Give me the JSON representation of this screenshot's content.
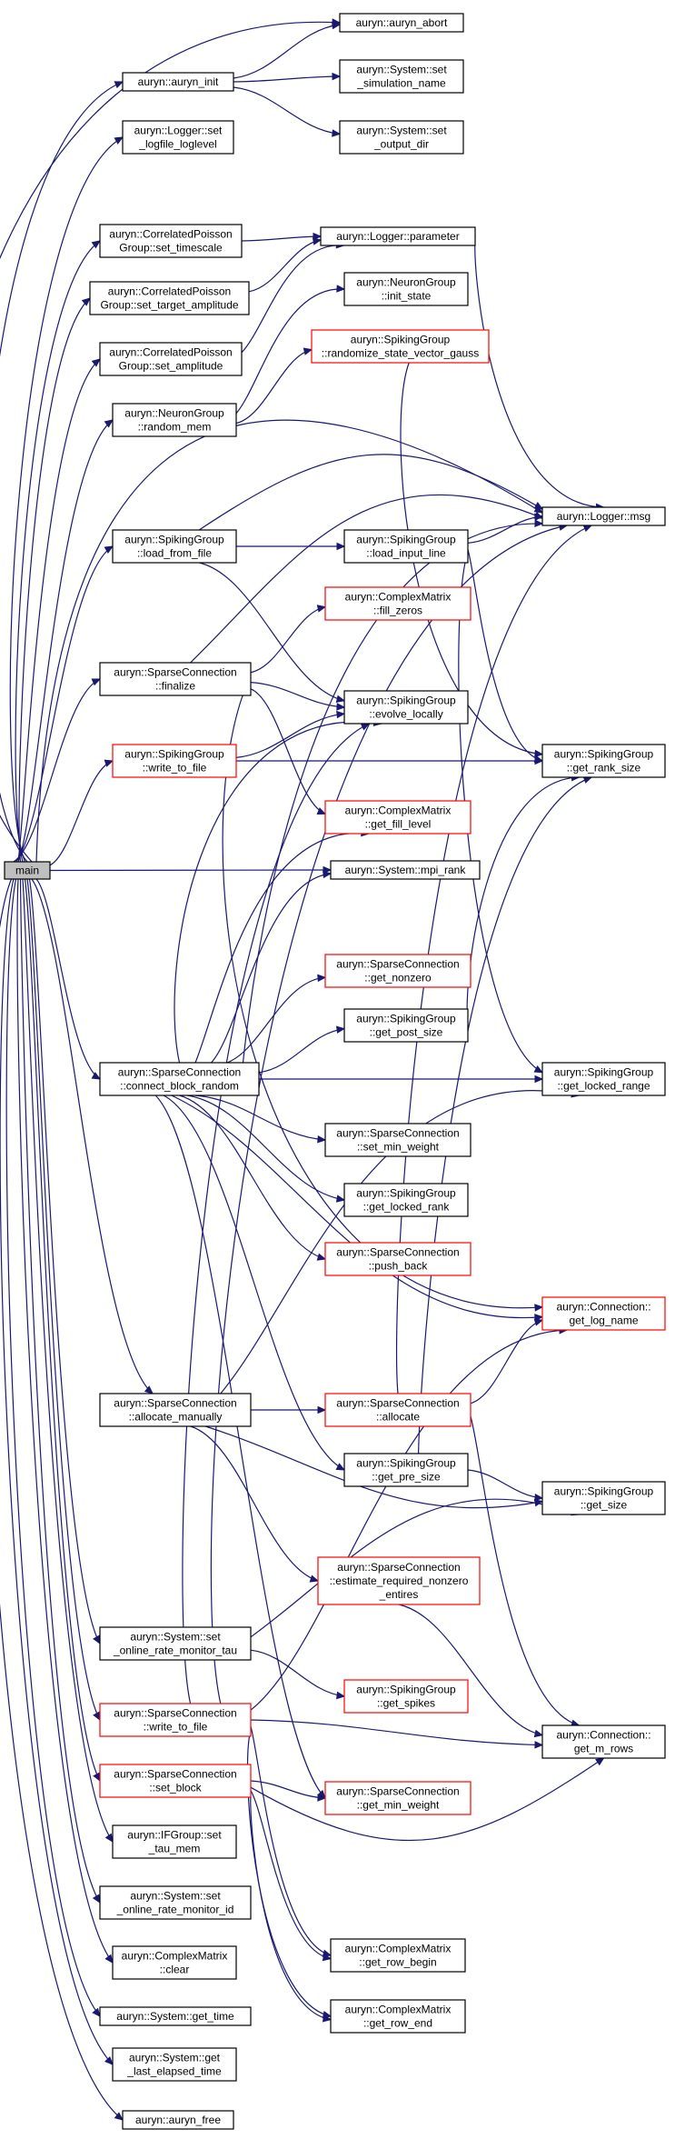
{
  "nodes": {
    "main": {
      "lines": [
        "main"
      ],
      "red": false,
      "isMain": true
    },
    "auryn_abort": {
      "lines": [
        "auryn::auryn_abort"
      ],
      "red": false
    },
    "auryn_init": {
      "lines": [
        "auryn::auryn_init"
      ],
      "red": false
    },
    "set_simulation_name": {
      "lines": [
        "auryn::System::set",
        "_simulation_name"
      ],
      "red": false
    },
    "logger_set_logfile": {
      "lines": [
        "auryn::Logger::set",
        "_logfile_loglevel"
      ],
      "red": false
    },
    "set_output_dir": {
      "lines": [
        "auryn::System::set",
        "_output_dir"
      ],
      "red": false
    },
    "cpg_set_timescale": {
      "lines": [
        "auryn::CorrelatedPoisson",
        "Group::set_timescale"
      ],
      "red": false
    },
    "logger_parameter": {
      "lines": [
        "auryn::Logger::parameter"
      ],
      "red": false
    },
    "cpg_set_target_amplitude": {
      "lines": [
        "auryn::CorrelatedPoisson",
        "Group::set_target_amplitude"
      ],
      "red": false
    },
    "ng_init_state": {
      "lines": [
        "auryn::NeuronGroup",
        "::init_state"
      ],
      "red": false
    },
    "cpg_set_amplitude": {
      "lines": [
        "auryn::CorrelatedPoisson",
        "Group::set_amplitude"
      ],
      "red": false
    },
    "sg_randomize": {
      "lines": [
        "auryn::SpikingGroup",
        "::randomize_state_vector_gauss"
      ],
      "red": true
    },
    "ng_random_mem": {
      "lines": [
        "auryn::NeuronGroup",
        "::random_mem"
      ],
      "red": false
    },
    "logger_msg": {
      "lines": [
        "auryn::Logger::msg"
      ],
      "red": false
    },
    "sg_load_from_file": {
      "lines": [
        "auryn::SpikingGroup",
        "::load_from_file"
      ],
      "red": false
    },
    "sg_load_input_line": {
      "lines": [
        "auryn::SpikingGroup",
        "::load_input_line"
      ],
      "red": false
    },
    "cm_fill_zeros": {
      "lines": [
        "auryn::ComplexMatrix",
        "::fill_zeros"
      ],
      "red": true
    },
    "sc_finalize": {
      "lines": [
        "auryn::SparseConnection",
        "::finalize"
      ],
      "red": false
    },
    "sg_evolve_locally": {
      "lines": [
        "auryn::SpikingGroup",
        "::evolve_locally"
      ],
      "red": false
    },
    "sg_write_to_file": {
      "lines": [
        "auryn::SpikingGroup",
        "::write_to_file"
      ],
      "red": true
    },
    "sg_get_rank_size": {
      "lines": [
        "auryn::SpikingGroup",
        "::get_rank_size"
      ],
      "red": false
    },
    "cm_get_fill_level": {
      "lines": [
        "auryn::ComplexMatrix",
        "::get_fill_level"
      ],
      "red": true
    },
    "system_mpi_rank": {
      "lines": [
        "auryn::System::mpi_rank"
      ],
      "red": false
    },
    "sc_get_nonzero": {
      "lines": [
        "auryn::SparseConnection",
        "::get_nonzero"
      ],
      "red": true
    },
    "sg_get_post_size": {
      "lines": [
        "auryn::SpikingGroup",
        "::get_post_size"
      ],
      "red": false
    },
    "sc_connect_block_random": {
      "lines": [
        "auryn::SparseConnection",
        "::connect_block_random"
      ],
      "red": false
    },
    "sg_get_locked_range": {
      "lines": [
        "auryn::SpikingGroup",
        "::get_locked_range"
      ],
      "red": false
    },
    "sc_set_min_weight": {
      "lines": [
        "auryn::SparseConnection",
        "::set_min_weight"
      ],
      "red": false
    },
    "sg_get_locked_rank": {
      "lines": [
        "auryn::SpikingGroup",
        "::get_locked_rank"
      ],
      "red": false
    },
    "sc_push_back": {
      "lines": [
        "auryn::SparseConnection",
        "::push_back"
      ],
      "red": true
    },
    "conn_get_log_name": {
      "lines": [
        "auryn::Connection::",
        "get_log_name"
      ],
      "red": true
    },
    "sc_allocate_manually": {
      "lines": [
        "auryn::SparseConnection",
        "::allocate_manually"
      ],
      "red": false
    },
    "sc_allocate": {
      "lines": [
        "auryn::SparseConnection",
        "::allocate"
      ],
      "red": true
    },
    "sg_get_pre_size": {
      "lines": [
        "auryn::SpikingGroup",
        "::get_pre_size"
      ],
      "red": false
    },
    "sg_get_size": {
      "lines": [
        "auryn::SpikingGroup",
        "::get_size"
      ],
      "red": false
    },
    "sc_estimate_nonzero": {
      "lines": [
        "auryn::SparseConnection",
        "::estimate_required_nonzero",
        "_entires"
      ],
      "red": true
    },
    "system_set_online_rate_monitor_tau": {
      "lines": [
        "auryn::System::set",
        "_online_rate_monitor_tau"
      ],
      "red": false
    },
    "sg_get_spikes": {
      "lines": [
        "auryn::SpikingGroup",
        "::get_spikes"
      ],
      "red": true
    },
    "sc_write_to_file": {
      "lines": [
        "auryn::SparseConnection",
        "::write_to_file"
      ],
      "red": true
    },
    "conn_get_m_rows": {
      "lines": [
        "auryn::Connection::",
        "get_m_rows"
      ],
      "red": false
    },
    "sc_set_block": {
      "lines": [
        "auryn::SparseConnection",
        "::set_block"
      ],
      "red": true
    },
    "sc_get_min_weight": {
      "lines": [
        "auryn::SparseConnection",
        "::get_min_weight"
      ],
      "red": true
    },
    "ifgroup_set_tau_mem": {
      "lines": [
        "auryn::IFGroup::set",
        "_tau_mem"
      ],
      "red": false
    },
    "system_set_online_rate_monitor_id": {
      "lines": [
        "auryn::System::set",
        "_online_rate_monitor_id"
      ],
      "red": false
    },
    "cm_clear": {
      "lines": [
        "auryn::ComplexMatrix",
        "::clear"
      ],
      "red": false
    },
    "cm_get_row_begin": {
      "lines": [
        "auryn::ComplexMatrix",
        "::get_row_begin"
      ],
      "red": false
    },
    "system_get_time": {
      "lines": [
        "auryn::System::get_time"
      ],
      "red": false
    },
    "cm_get_row_end": {
      "lines": [
        "auryn::ComplexMatrix",
        "::get_row_end"
      ],
      "red": false
    },
    "system_get_last_elapsed_time": {
      "lines": [
        "auryn::System::get",
        "_last_elapsed_time"
      ],
      "red": false
    },
    "auryn_free": {
      "lines": [
        "auryn::auryn_free"
      ],
      "red": false
    }
  },
  "colors": {
    "edge": "#191970",
    "red_border": "#ff0000",
    "main_fill": "#bfbfbf"
  }
}
